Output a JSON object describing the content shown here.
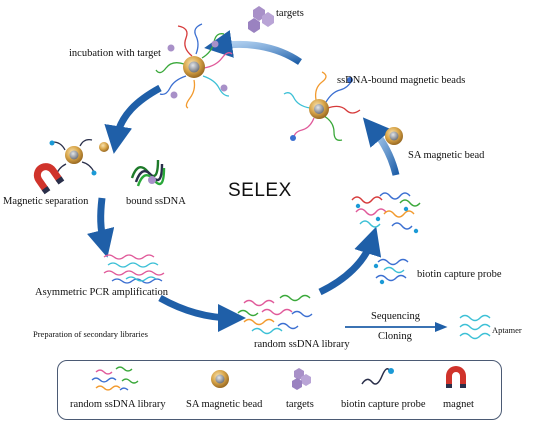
{
  "title": "SELEX",
  "steps": {
    "incubation": "incubation with target",
    "targets": "targets",
    "ssdna_bound_beads": "ssDNA-bound magnetic beads",
    "sa_bead": "SA magnetic bead",
    "magnetic_separation": "Magnetic separation",
    "bound_ssdna": "bound ssDNA",
    "biotin_probe": "biotin capture probe",
    "asym_pcr": "Asymmetric PCR amplification",
    "secondary_libraries": "Preparation of secondary libraries",
    "random_library": "random ssDNA library",
    "sequencing": "Sequencing",
    "cloning": "Cloning",
    "aptamer": "Aptamer"
  },
  "legend": {
    "random_library": "random ssDNA library",
    "sa_bead": "SA magnetic bead",
    "targets": "targets",
    "biotin_probe": "biotin capture probe",
    "magnet": "magnet"
  },
  "colors": {
    "arrow_blue": "#1f5fa8",
    "bead_gold": "#d9a64a",
    "bead_core": "#8a8d94",
    "target_purple": "#a890c8",
    "strand_pink": "#e05a9a",
    "strand_green": "#3aa83a",
    "strand_blue": "#3b6fd1",
    "strand_cyan": "#3cc0d6",
    "strand_orange": "#f29a2e",
    "strand_red": "#d63a3a",
    "magnet_red": "#d0332b",
    "magnet_navy": "#2a2f4a"
  }
}
